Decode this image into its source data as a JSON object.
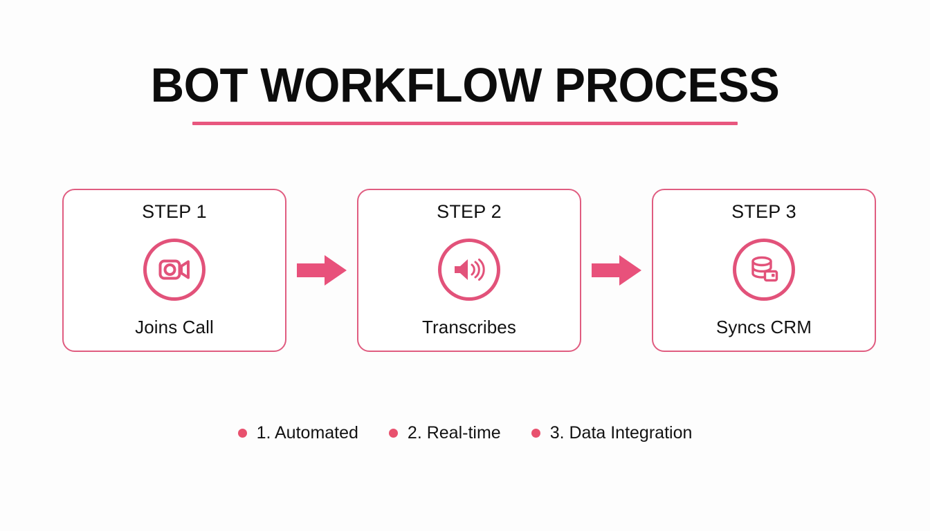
{
  "slide": {
    "background_color": "#fdfdfd",
    "accent_color": "#e8577f",
    "accent_color_dark": "#e05c80",
    "text_color": "#121212"
  },
  "header": {
    "title": "BOT WORKFLOW PROCESS"
  },
  "steps": [
    {
      "step_label": "STEP 1",
      "icon": "video-camera-icon",
      "label": "Joins Call"
    },
    {
      "step_label": "STEP 2",
      "icon": "speaker-volume-icon",
      "label": "Transcribes"
    },
    {
      "step_label": "STEP 3",
      "icon": "database-icon",
      "label": "Syncs CRM"
    }
  ],
  "connectors": [
    {
      "icon": "arrow-right-icon"
    },
    {
      "icon": "arrow-right-icon"
    }
  ],
  "legend": [
    {
      "marker": "bullet-dot",
      "text": "1.  Automated"
    },
    {
      "marker": "bullet-dot",
      "text": "2.  Real-time"
    },
    {
      "marker": "bullet-dot",
      "text": "3.  Data Integration"
    }
  ]
}
